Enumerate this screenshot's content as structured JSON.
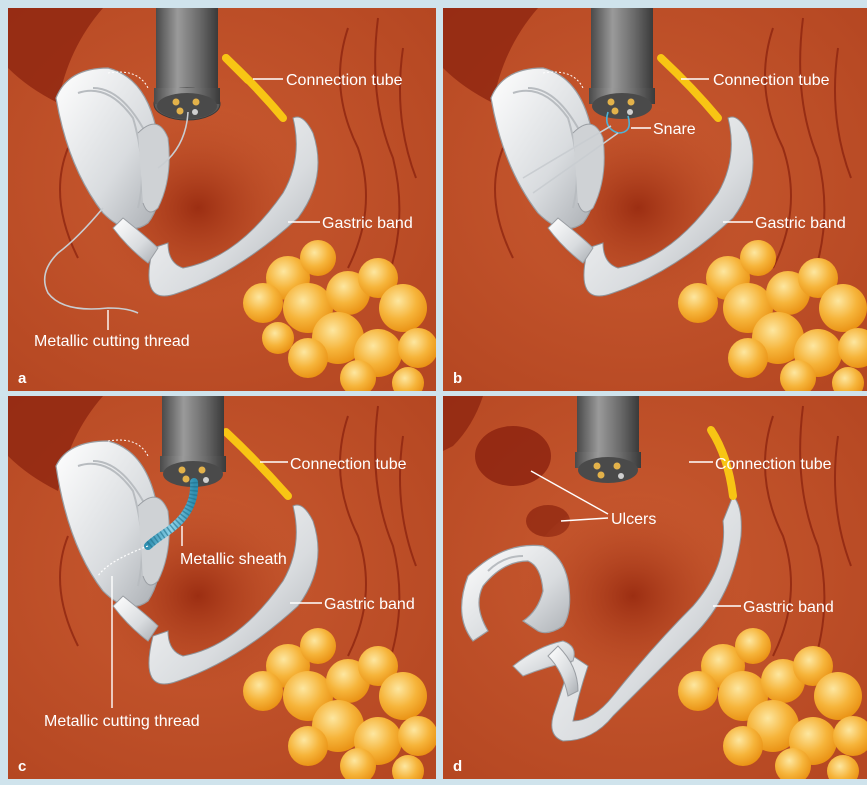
{
  "panels": [
    {
      "letter": "a",
      "labels": {
        "connection_tube": "Connection tube",
        "gastric_band": "Gastric band",
        "metallic_cutting_thread": "Metallic cutting thread"
      }
    },
    {
      "letter": "b",
      "labels": {
        "connection_tube": "Connection tube",
        "snare": "Snare",
        "gastric_band": "Gastric band"
      }
    },
    {
      "letter": "c",
      "labels": {
        "connection_tube": "Connection tube",
        "metallic_sheath": "Metallic sheath",
        "gastric_band": "Gastric band",
        "metallic_cutting_thread": "Metallic cutting thread"
      }
    },
    {
      "letter": "d",
      "labels": {
        "connection_tube": "Connection tube",
        "ulcers": "Ulcers",
        "gastric_band": "Gastric band"
      }
    }
  ],
  "colors": {
    "background": "#cfe3ec",
    "tissue": "#c4552c",
    "tissue_dark": "#8e2510",
    "fat": "#f4a81e",
    "connection_tube": "#f8c514",
    "band": "#e2e4e6",
    "endoscope": "#6d6d6d"
  }
}
